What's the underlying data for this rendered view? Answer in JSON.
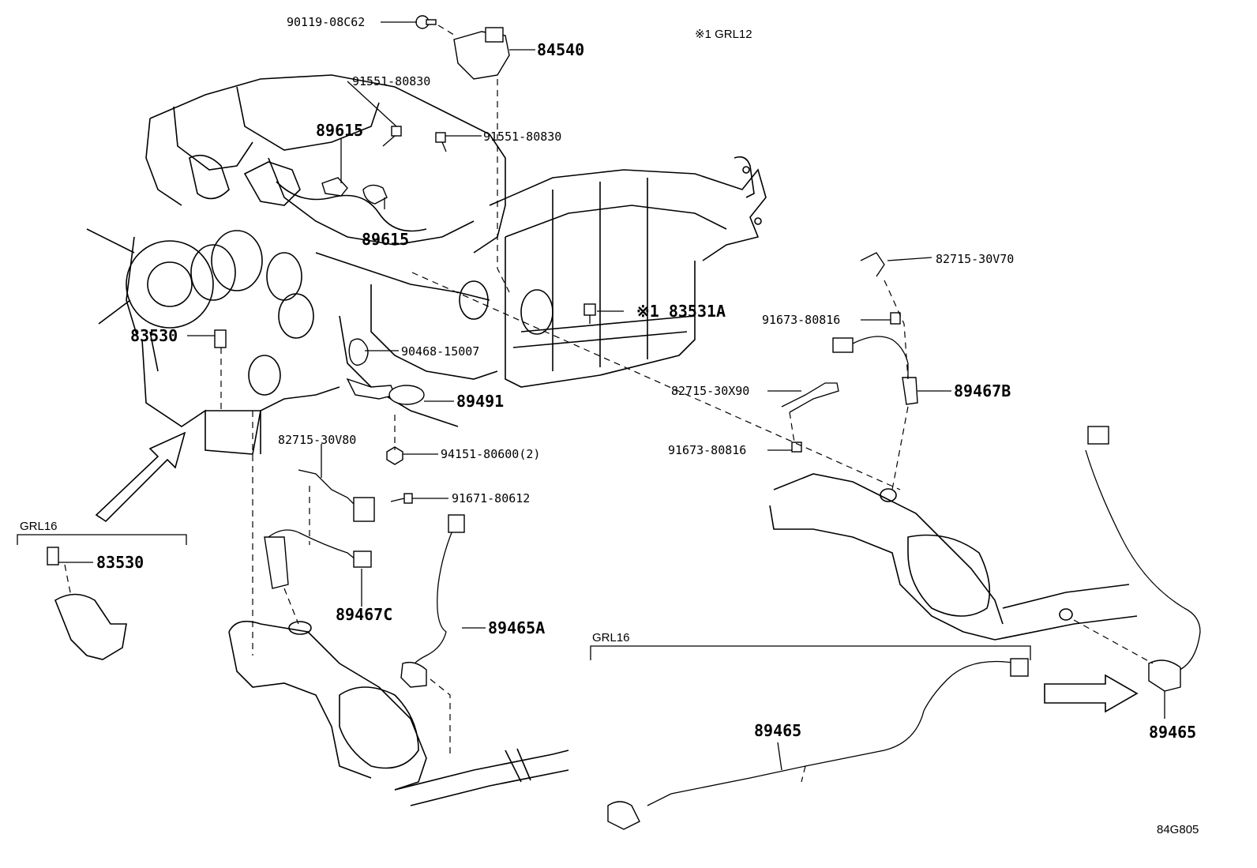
{
  "diagram": {
    "image_code": "84G805",
    "note": "※1 GRL12",
    "groups": [
      {
        "id": "grl16_left",
        "label": "GRL16"
      },
      {
        "id": "grl16_bottom",
        "label": "GRL16"
      }
    ],
    "labels": {
      "p90119_08c62": "90119-08C62",
      "p84540": "84540",
      "p91551_80830_a": "91551-80830",
      "p91551_80830_b": "91551-80830",
      "p89615_a": "89615",
      "p89615_b": "89615",
      "p82715_30v70": "82715-30V70",
      "p91673_80816_a": "91673-80816",
      "p83531a": "※1 83531A",
      "p83530_a": "83530",
      "p90468_15007": "90468-15007",
      "p89467b": "89467B",
      "p82715_30x90": "82715-30X90",
      "p89491": "89491",
      "p82715_30v80": "82715-30V80",
      "p94151_80600": "94151-80600(2)",
      "p91673_80816_b": "91673-80816",
      "p91671_80612": "91671-80612",
      "p83530_b": "83530",
      "p89467c": "89467C",
      "p89465a": "89465A",
      "p89465_a": "89465",
      "p89465_b": "89465"
    }
  }
}
